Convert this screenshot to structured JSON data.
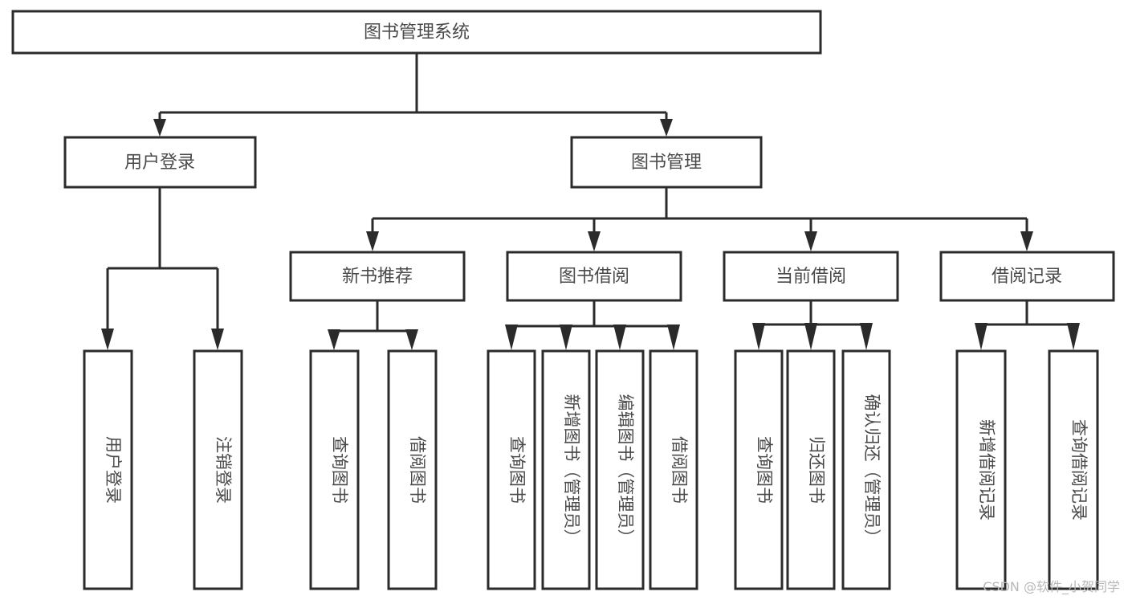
{
  "diagram": {
    "type": "hierarchy-tree",
    "title": "图书管理系统",
    "watermark": "CSDN @软件_小贺同学",
    "colors": {
      "box_stroke": "#2b2b2b",
      "box_fill": "#ffffff",
      "text": "#4a4a4a",
      "connector": "#2b2b2b",
      "background": "#ffffff",
      "watermark": "#b8b8b8"
    },
    "levels": {
      "root": {
        "label": "图书管理系统"
      },
      "level2": [
        {
          "label": "用户登录"
        },
        {
          "label": "图书管理"
        }
      ],
      "level3": [
        {
          "label": "新书推荐"
        },
        {
          "label": "图书借阅"
        },
        {
          "label": "当前借阅"
        },
        {
          "label": "借阅记录"
        }
      ]
    },
    "leaves": {
      "user_login": [
        {
          "label": "用户登录"
        },
        {
          "label": "注销登录"
        }
      ],
      "new_book_recommend": [
        {
          "label": "查询图书"
        },
        {
          "label": "借阅图书"
        }
      ],
      "book_borrow": [
        {
          "label": "查询图书"
        },
        {
          "label": "新增图书（管理员）"
        },
        {
          "label": "编辑图书（管理员）"
        },
        {
          "label": "借阅图书"
        }
      ],
      "current_borrow": [
        {
          "label": "查询图书"
        },
        {
          "label": "归还图书"
        },
        {
          "label": "确认归还（管理员）"
        }
      ],
      "borrow_records": [
        {
          "label": "新增借阅记录"
        },
        {
          "label": "查询借阅记录"
        }
      ]
    }
  }
}
